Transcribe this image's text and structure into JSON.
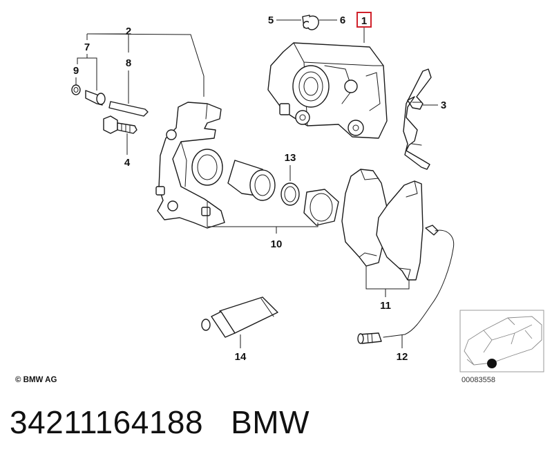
{
  "callouts": {
    "c1": "1",
    "c2": "2",
    "c3": "3",
    "c4": "4",
    "c5": "5",
    "c6": "6",
    "c7": "7",
    "c8": "8",
    "c9": "9",
    "c10": "10",
    "c11": "11",
    "c12": "12",
    "c13": "13",
    "c14": "14"
  },
  "highlight_color": "#d0202a",
  "copyright": "© BMW AG",
  "inset_code": "00083558",
  "caption": {
    "part_number": "34211164188",
    "brand": "BMW"
  }
}
